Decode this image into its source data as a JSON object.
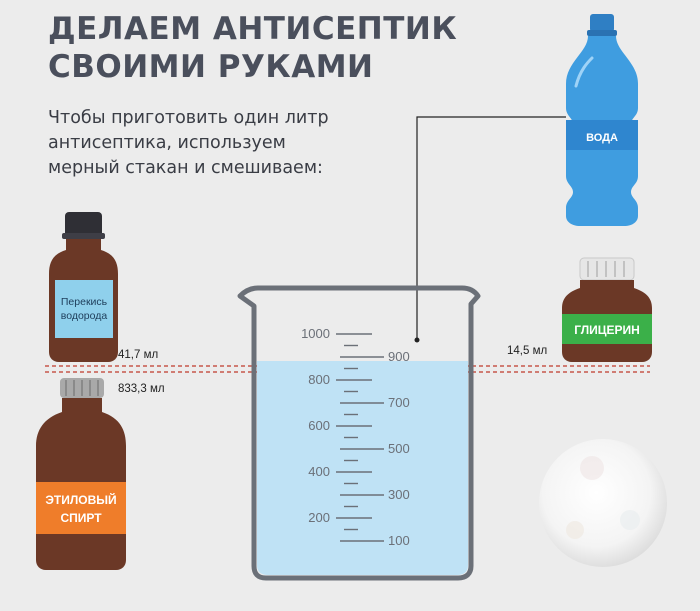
{
  "title": {
    "line1": "ДЕЛАЕМ АНТИСЕПТИК",
    "line2": "СВОИМИ РУКАМИ"
  },
  "subtitle": {
    "line1": "Чтобы приготовить один литр",
    "line2": "антисептика, используем",
    "line3": "мерный стакан и смешиваем:"
  },
  "ingredients": {
    "peroxide": {
      "label_line1": "Перекись",
      "label_line2": "водорода",
      "amount": "41,7 мл"
    },
    "ethanol": {
      "label_line1": "ЭТИЛОВЫЙ",
      "label_line2": "СПИРТ",
      "amount": "833,3 мл"
    },
    "water": {
      "label": "ВОДА"
    },
    "glycerin": {
      "label": "ГЛИЦЕРИН",
      "amount": "14,5 мл"
    }
  },
  "beaker": {
    "left_scale": [
      "1000",
      "800",
      "600",
      "400",
      "200"
    ],
    "right_scale": [
      "900",
      "700",
      "500",
      "300",
      "100"
    ],
    "fill_level_ml": 900
  },
  "colors": {
    "title": "#4a4f5c",
    "bottle_brown": "#6b3826",
    "water_blue": "#3f9de0",
    "glycerin_green": "#3bb049",
    "ethanol_orange": "#ef7d2a",
    "peroxide_label": "#8fd0ec",
    "dashed_line": "#c0392b",
    "liquid": "#bfe2f5"
  }
}
